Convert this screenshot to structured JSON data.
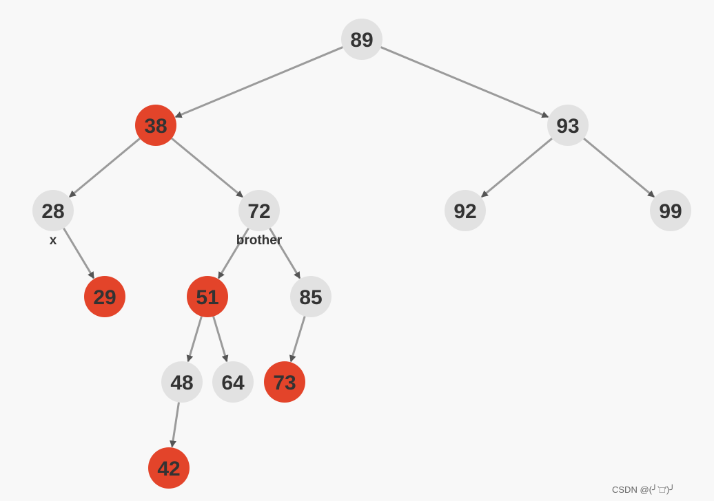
{
  "colors": {
    "red": "#e3442a",
    "black": "#e2e2e2",
    "edge": "#9b9b9b",
    "arrow": "#555555",
    "text": "#333333"
  },
  "nodes": [
    {
      "id": "n89",
      "label": "89",
      "color": "black"
    },
    {
      "id": "n38",
      "label": "38",
      "color": "red"
    },
    {
      "id": "n93",
      "label": "93",
      "color": "black"
    },
    {
      "id": "n28",
      "label": "28",
      "color": "black"
    },
    {
      "id": "n72",
      "label": "72",
      "color": "black"
    },
    {
      "id": "n92",
      "label": "92",
      "color": "black"
    },
    {
      "id": "n99",
      "label": "99",
      "color": "black"
    },
    {
      "id": "n29",
      "label": "29",
      "color": "red"
    },
    {
      "id": "n51",
      "label": "51",
      "color": "red"
    },
    {
      "id": "n85",
      "label": "85",
      "color": "black"
    },
    {
      "id": "n48",
      "label": "48",
      "color": "black"
    },
    {
      "id": "n64",
      "label": "64",
      "color": "black"
    },
    {
      "id": "n73",
      "label": "73",
      "color": "red"
    },
    {
      "id": "n42",
      "label": "42",
      "color": "red"
    }
  ],
  "edges": [
    [
      "n89",
      "n38"
    ],
    [
      "n89",
      "n93"
    ],
    [
      "n38",
      "n28"
    ],
    [
      "n38",
      "n72"
    ],
    [
      "n93",
      "n92"
    ],
    [
      "n93",
      "n99"
    ],
    [
      "n28",
      "n29"
    ],
    [
      "n72",
      "n51"
    ],
    [
      "n72",
      "n85"
    ],
    [
      "n51",
      "n48"
    ],
    [
      "n51",
      "n64"
    ],
    [
      "n85",
      "n73"
    ],
    [
      "n48",
      "n42"
    ]
  ],
  "annotations": [
    {
      "node": "n28",
      "text": "x"
    },
    {
      "node": "n72",
      "text": "brother"
    }
  ],
  "watermark": "CSDN @(╯‵□′)╯"
}
